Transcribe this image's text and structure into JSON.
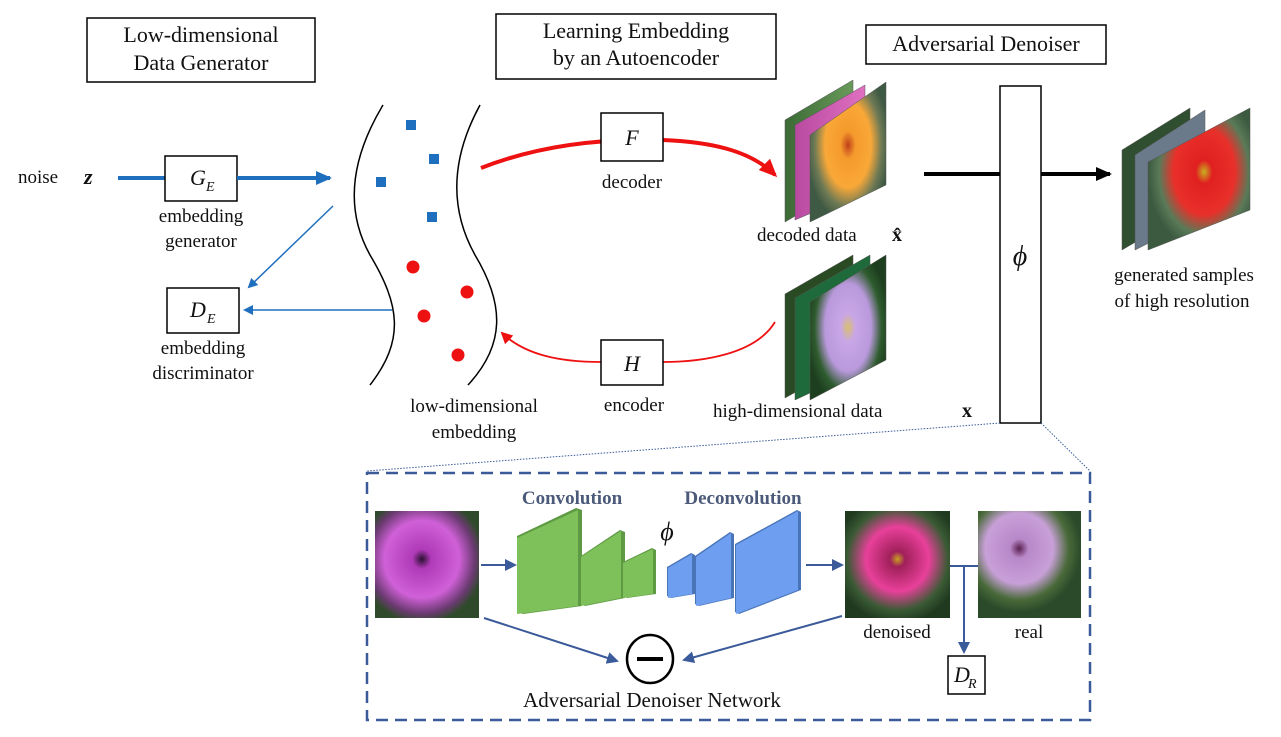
{
  "sections": {
    "low_dim_generator": [
      "Low-dimensional",
      "Data Generator"
    ],
    "learning_embedding": [
      "Learning Embedding",
      "by an Autoencoder"
    ],
    "adversarial_denoiser": "Adversarial Denoiser"
  },
  "generator": {
    "noise_label": "noise",
    "z_symbol": "z",
    "ge_symbol": "G",
    "ge_sub": "E",
    "ge_caption": [
      "embedding",
      "generator"
    ],
    "de_symbol": "D",
    "de_sub": "E",
    "de_caption": [
      "embedding",
      "discriminator"
    ]
  },
  "autoencoder": {
    "decoder_symbol": "F",
    "decoder_label": "decoder",
    "encoder_symbol": "H",
    "encoder_label": "encoder",
    "embedding_caption": [
      "low-dimensional",
      "embedding"
    ],
    "decoded_caption": "decoded data",
    "decoded_symbol": "x̂",
    "high_dim_caption": "high-dimensional data",
    "high_dim_symbol": "x"
  },
  "denoiser": {
    "phi_symbol": "ϕ",
    "output_caption": [
      "generated samples",
      "of high resolution"
    ]
  },
  "network_detail": {
    "conv_label": "Convolution",
    "deconv_label": "Deconvolution",
    "phi_symbol": "ϕ",
    "denoised_label": "denoised",
    "real_label": "real",
    "dr_symbol": "D",
    "dr_sub": "R",
    "network_caption": "Adversarial Denoiser Network",
    "minus_symbol": "−"
  },
  "colors": {
    "blue_arrow": "#1f6fbf",
    "red_arrow": "#ee1111",
    "network_blue": "#3a5a9a",
    "conv_green": "#7ec05a",
    "deconv_blue": "#6e9ef0",
    "square_marker": "#1f6fbf",
    "circle_marker": "#ee1111"
  },
  "embedding_points": {
    "squares": 4,
    "circles": 4
  }
}
